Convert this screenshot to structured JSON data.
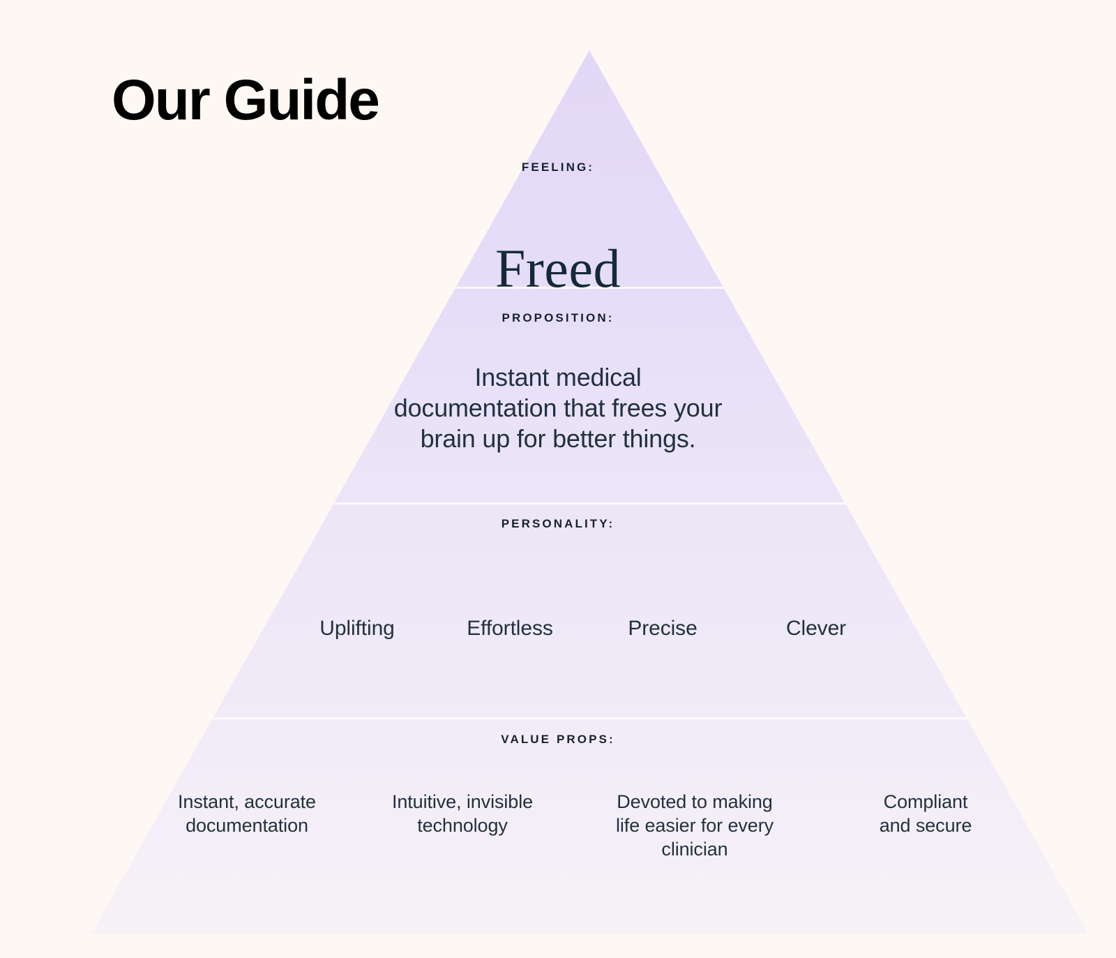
{
  "page": {
    "title": "Our Guide",
    "background_color": "#fdf8f3"
  },
  "pyramid": {
    "shape": "triangle",
    "apex_color": "#e2d8f7",
    "base_color": "#f7f2f7",
    "divider_color": "#faf7fd",
    "levels": [
      {
        "label": "FEELING:",
        "value": "Freed"
      },
      {
        "label": "PROPOSITION:",
        "lines": [
          "Instant medical",
          "documentation that frees your",
          "brain up for better things."
        ]
      },
      {
        "label": "PERSONALITY:",
        "items": [
          {
            "text": "Uplifting"
          },
          {
            "text": "Effortless"
          },
          {
            "text": "Precise"
          },
          {
            "text": "Clever"
          }
        ]
      },
      {
        "label": "VALUE PROPS:",
        "items": [
          {
            "lines": [
              "Instant, accurate",
              "documentation"
            ]
          },
          {
            "lines": [
              "Intuitive, invisible",
              "technology"
            ]
          },
          {
            "lines": [
              "Devoted to making",
              "life easier for every",
              "clinician"
            ]
          },
          {
            "lines": [
              "Compliant",
              "and secure"
            ]
          }
        ]
      }
    ]
  }
}
